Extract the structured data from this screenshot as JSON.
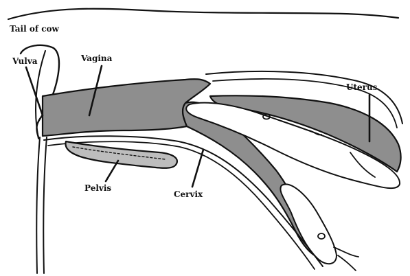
{
  "labels": {
    "tail": "Tail of cow",
    "vulva": "Vulva",
    "vagina": "Vagina",
    "uterus": "Uterus",
    "pelvis": "Pelvis",
    "cervix": "Cervix"
  },
  "colors": {
    "ink": "#111111",
    "tissue": "#8e8e8e",
    "background": "#ffffff"
  }
}
